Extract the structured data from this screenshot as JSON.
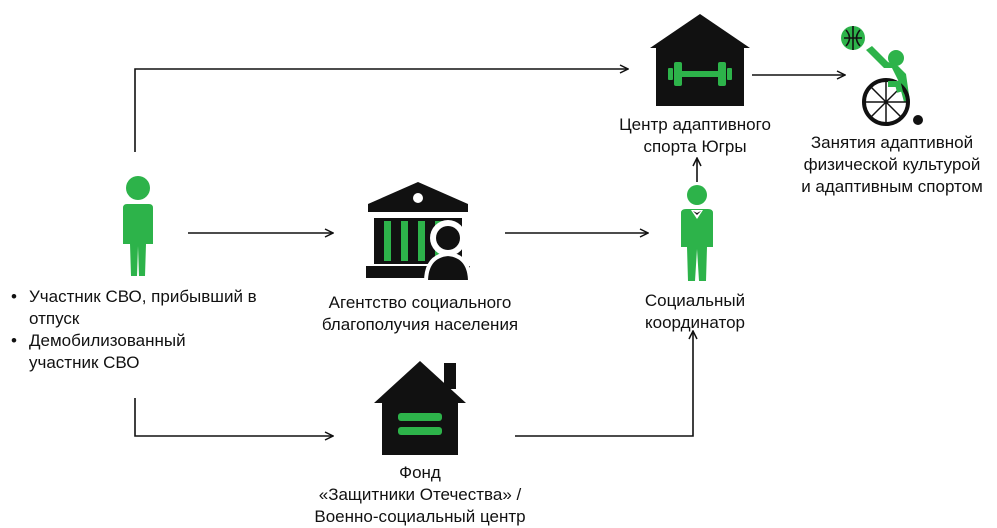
{
  "participant": {
    "bullets": [
      "Участник СВО, прибывший в отпуск",
      "Демобилизованный участник СВО"
    ]
  },
  "agency": {
    "label": "Агентство социального благополучия населения"
  },
  "fund": {
    "line1": "Фонд",
    "line2": "«Защитники Отечества» /",
    "line3": "Военно-социальный центр"
  },
  "coordinator": {
    "line1": "Социальный",
    "line2": "координатор"
  },
  "sport_center": {
    "line1": "Центр адаптивного",
    "line2": "спорта Югры"
  },
  "activity": {
    "line1": "Занятия адаптивной",
    "line2": "физической культурой",
    "line3": "и адаптивным спортом"
  },
  "colors": {
    "accent": "#2db34a",
    "dark": "#111111"
  }
}
